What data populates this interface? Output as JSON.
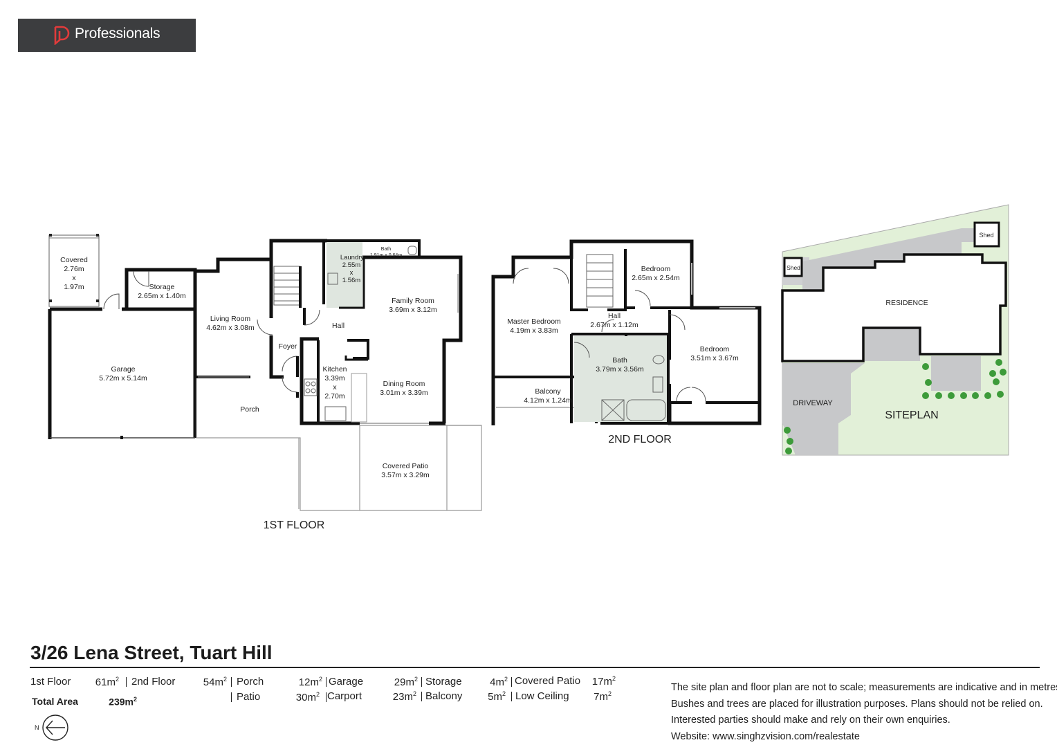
{
  "brand": {
    "name": "Professionals"
  },
  "title": "3/26 Lena Street, Tuart Hill",
  "floors": {
    "first": "1ST FLOOR",
    "second": "2ND FLOOR",
    "siteplan": "SITEPLAN"
  },
  "rooms": {
    "covered": {
      "name": "Covered",
      "dim1": "2.76m",
      "x": "x",
      "dim2": "1.97m"
    },
    "storage": {
      "name": "Storage",
      "dims": "2.65m x 1.40m"
    },
    "garage": {
      "name": "Garage",
      "dims": "5.72m x 5.14m"
    },
    "living": {
      "name": "Living Room",
      "dims": "4.62m x 3.08m"
    },
    "laundry": {
      "name": "Laundry",
      "dim1": "2.55m",
      "x": "x",
      "dim2": "1.56m"
    },
    "bath_small": {
      "name": "Bath",
      "dims": "1.91m x 0.64m"
    },
    "family": {
      "name": "Family Room",
      "dims": "3.69m x 3.12m"
    },
    "hall1": {
      "name": "Hall"
    },
    "foyer": {
      "name": "Foyer"
    },
    "kitchen": {
      "name": "Kitchen",
      "dim1": "3.39m",
      "x": "x",
      "dim2": "2.70m"
    },
    "dining": {
      "name": "Dining Room",
      "dims": "3.01m x 3.39m"
    },
    "porch": {
      "name": "Porch"
    },
    "patio": {
      "name": "Covered Patio",
      "dims": "3.57m x 3.29m"
    },
    "master": {
      "name": "Master Bedroom",
      "dims": "4.19m x 3.83m"
    },
    "bed1": {
      "name": "Bedroom",
      "dims": "2.65m x 2.54m"
    },
    "hall2": {
      "name": "Hall",
      "dims": "2.67m x 1.12m"
    },
    "bath2": {
      "name": "Bath",
      "dims": "3.79m x 3.56m"
    },
    "bed2": {
      "name": "Bedroom",
      "dims": "3.51m x 3.67m"
    },
    "balcony": {
      "name": "Balcony",
      "dims": "4.12m x 1.24m"
    }
  },
  "site": {
    "shed1": "Shed",
    "shed2": "Shed",
    "residence": "RESIDENCE",
    "driveway": "DRIVEWAY"
  },
  "areas": {
    "first_floor": {
      "label": "1st Floor",
      "value": "61m",
      "sup": "2"
    },
    "second_floor": {
      "label": "2nd Floor",
      "value": "54m",
      "sup": "2"
    },
    "porch": {
      "label": "Porch",
      "value": "12m",
      "sup": "2"
    },
    "garage": {
      "label": "Garage",
      "value": "29m",
      "sup": "2"
    },
    "storage": {
      "label": "Storage",
      "value": "4m",
      "sup": "2"
    },
    "covered_patio": {
      "label": "Covered Patio",
      "value": "17m",
      "sup": "2"
    },
    "patio": {
      "label": "Patio",
      "value": "30m",
      "sup": "2"
    },
    "carport": {
      "label": "Carport",
      "value": "23m",
      "sup": "2"
    },
    "balcony": {
      "label": "Balcony",
      "value": "5m",
      "sup": "2"
    },
    "low_ceiling": {
      "label": "Low Ceiling",
      "value": "7m",
      "sup": "2"
    },
    "total": {
      "label": "Total Area",
      "value": "239m",
      "sup": "2"
    }
  },
  "notes": [
    "The site plan and floor plan are not to scale; measurements are indicative and in metres.",
    "Bushes and trees are placed for illustration purposes. Plans should not be relied on.",
    "Interested parties should make and rely on their own enquiries.",
    "Website: www.singhzvision.com/realestate"
  ],
  "compass": {
    "letter": "N"
  }
}
